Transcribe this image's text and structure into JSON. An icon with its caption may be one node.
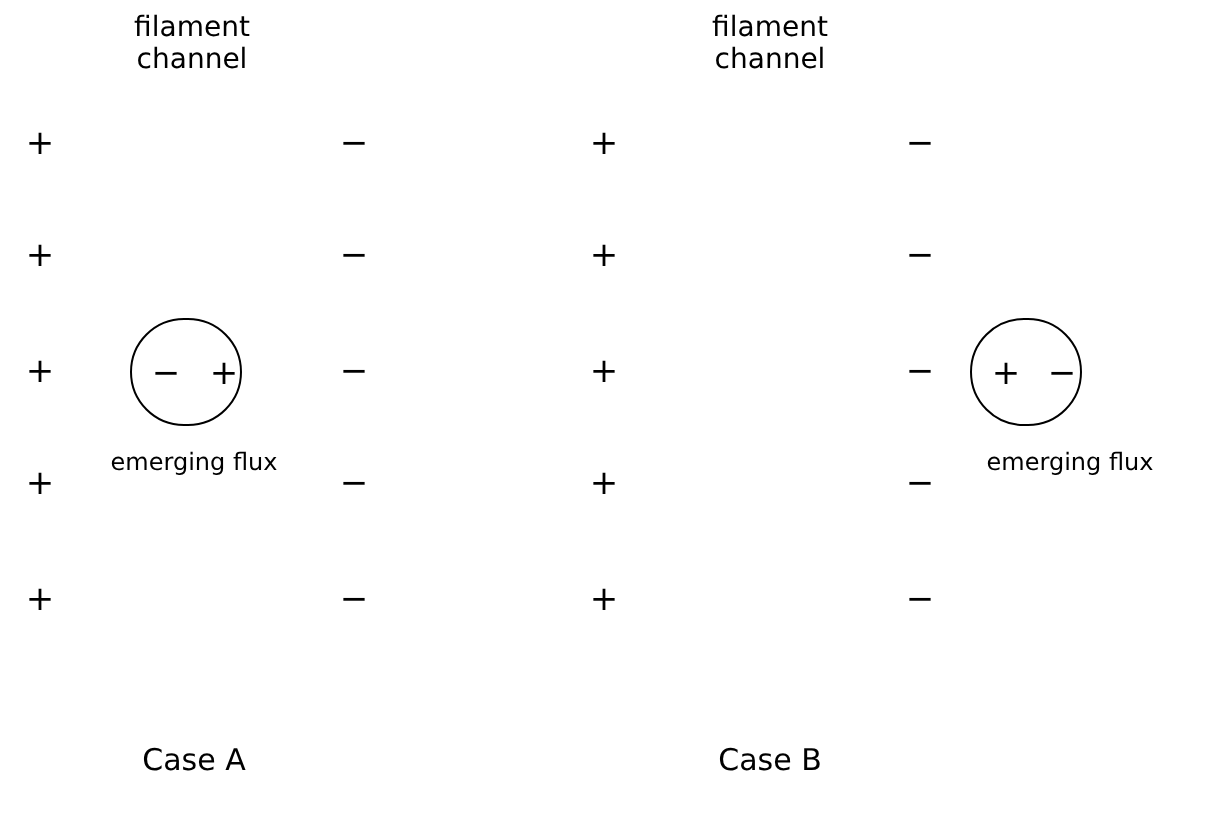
{
  "diagram": {
    "nodes": [
      {
        "text": [
          "−",
          "+"
        ],
        "beside": [
          "emerging flux"
        ]
      },
      {
        "text": [
          "+",
          "−"
        ],
        "beside": [
          "emerging flux"
        ]
      }
    ],
    "edges": [],
    "labels": [
      "filament channel",
      "filament channel",
      "+",
      "−",
      "+",
      "−",
      "+",
      "−",
      "+",
      "−",
      "+",
      "−",
      "+",
      "−",
      "+",
      "−",
      "+",
      "−",
      "+",
      "−",
      "+",
      "−",
      "Case A",
      "Case B"
    ]
  }
}
